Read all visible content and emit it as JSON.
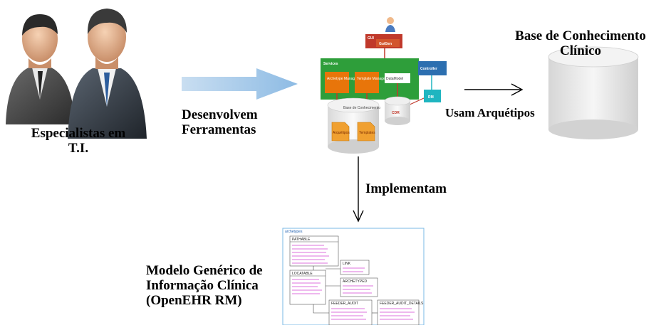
{
  "labels": {
    "specialists_line1": "Especialistas em",
    "specialists_line2": "T.I.",
    "develop_line1": "Desenvolvem",
    "develop_line2": "Ferramentas",
    "kb_line1": "Base de Conhecimento",
    "kb_line2": "Clínico",
    "use_archetypes": "Usam Arquétipos",
    "implement": "Implementam",
    "model_line1": "Modelo Genérico de",
    "model_line2": "Informação Clínica",
    "model_line3": "(OpenEHR RM)"
  },
  "architecture": {
    "gui": "GUI",
    "guigen": "GuiGen",
    "services": "Services",
    "archetype_manager": "Archetype Manager",
    "template_manager": "Template Manager",
    "datamodel": "DataModel",
    "controller": "Controller",
    "rm": "RM",
    "cdr": "CDR",
    "kb": "Base de Conhecimento",
    "archetypes": "Arquétipos",
    "templates": "Templates"
  },
  "uml": {
    "frame": "archetypes",
    "classes": [
      "PATHABLE",
      "LOCATABLE",
      "LINK",
      "ARCHETYPED",
      "FEEDER_AUDIT",
      "FEEDER_AUDIT_DETAILS"
    ]
  },
  "colors": {
    "arrow_blue": "#9dc3e6",
    "gui_red": "#c0392b",
    "services_green": "#2e9e3a",
    "manager_orange": "#e8750a",
    "controller_blue": "#2c6fb0",
    "rm_teal": "#1fb5c0"
  }
}
